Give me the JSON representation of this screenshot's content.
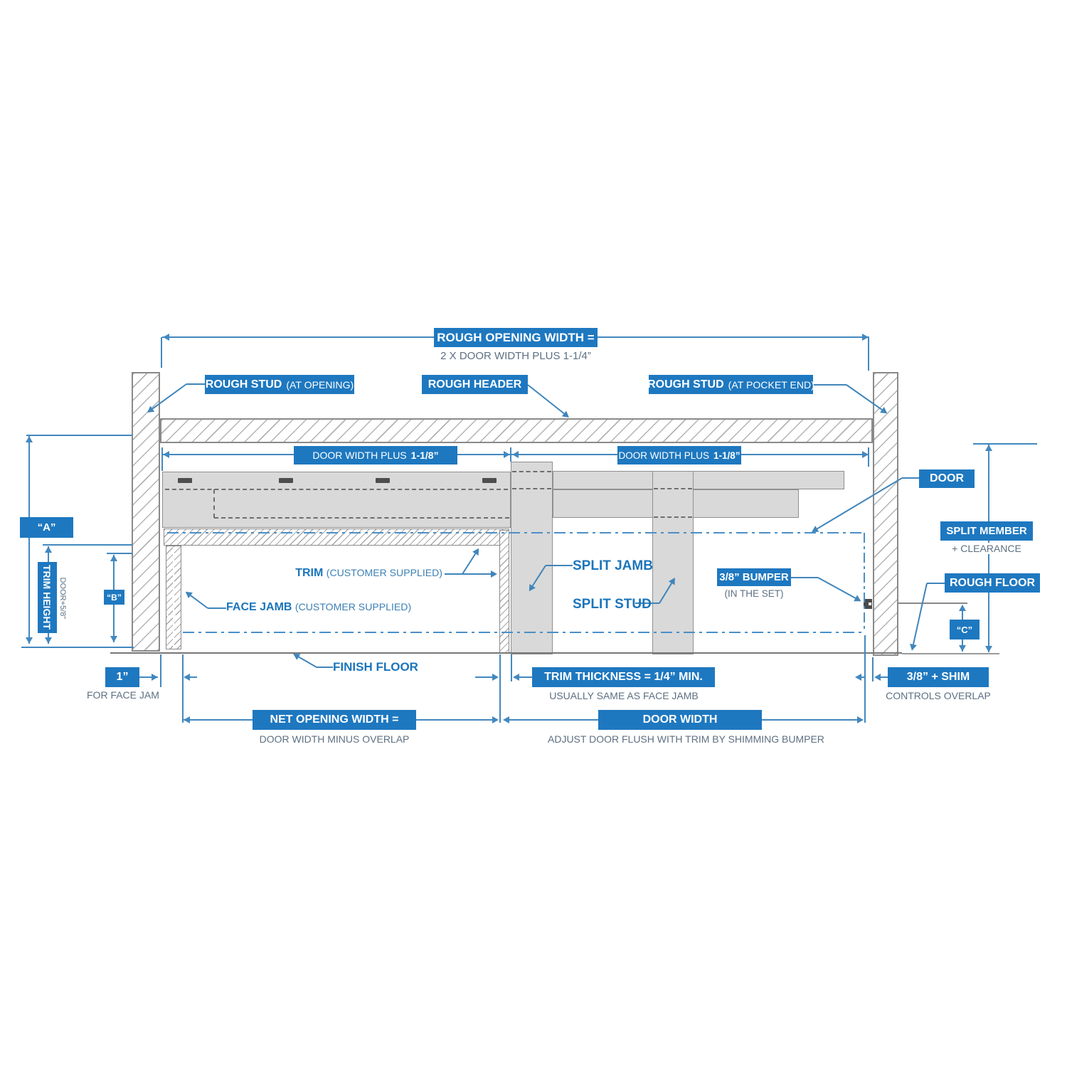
{
  "diagram": {
    "top_dim": {
      "label": "ROUGH OPENING WIDTH =",
      "sub": "2 X DOOR WIDTH PLUS 1-1/4”"
    },
    "rough_stud_opening": {
      "label": "ROUGH STUD",
      "note": "(AT OPENING)"
    },
    "rough_header": {
      "label": "ROUGH HEADER"
    },
    "rough_stud_pocket": {
      "label": "ROUGH STUD",
      "note": "(AT POCKET END)"
    },
    "door_width_plus_left": {
      "label": "DOOR WIDTH PLUS",
      "value": "1-1/8”"
    },
    "door_width_plus_right": {
      "label": "DOOR WIDTH PLUS",
      "value": "1-1/8”"
    },
    "door": {
      "label": "DOOR"
    },
    "split_member": {
      "label": "SPLIT MEMBER",
      "sub": "+ CLEARANCE"
    },
    "rough_floor": {
      "label": "ROUGH FLOOR"
    },
    "dim_a": {
      "label": "“A”"
    },
    "dim_b": {
      "label": "“B”"
    },
    "dim_c": {
      "label": "“C”"
    },
    "trim_height": {
      "label": "TRIM HEIGHT",
      "sub": "DOOR+5/8”"
    },
    "trim": {
      "label": "TRIM",
      "note": "(CUSTOMER SUPPLIED)"
    },
    "face_jamb": {
      "label": "FACE JAMB",
      "note": "(CUSTOMER SUPPLIED)"
    },
    "split_jamb": {
      "label": "SPLIT JAMB"
    },
    "split_stud": {
      "label": "SPLIT STUD"
    },
    "bumper": {
      "label": "3/8” BUMPER",
      "sub": "(IN THE SET)"
    },
    "finish_floor": {
      "label": "FINISH FLOOR"
    },
    "one_inch": {
      "label": "1”",
      "sub": "FOR FACE JAM"
    },
    "trim_thickness": {
      "label": "TRIM THICKNESS = 1/4” MIN.",
      "sub": "USUALLY SAME AS FACE JAMB"
    },
    "shim": {
      "label": "3/8” + SHIM",
      "sub": "CONTROLS OVERLAP"
    },
    "net_opening": {
      "label": "NET OPENING WIDTH =",
      "sub": "DOOR WIDTH MINUS OVERLAP"
    },
    "door_width": {
      "label": "DOOR WIDTH",
      "sub": "ADJUST DOOR FLUSH WITH TRIM BY SHIMMING BUMPER"
    }
  },
  "colors": {
    "accent": "#1e78c0",
    "line": "#4288bf",
    "caption": "#5d7082",
    "label_text": "#1b75bb"
  }
}
